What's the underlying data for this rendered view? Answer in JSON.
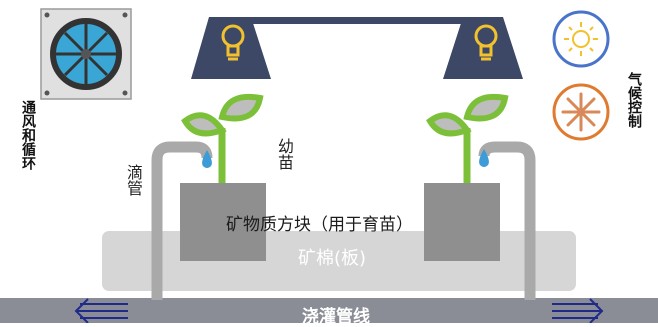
{
  "labels": {
    "ventilation": "通风和循环",
    "climate": "气候控制",
    "drip_tube": "滴管",
    "seedling": "幼苗",
    "mineral_block": "矿物质方块（用于育苗）",
    "rockwool_slab": "矿棉(板)",
    "irrigation_pipe": "浇灌管线"
  },
  "colors": {
    "lamp_housing": "#3d4866",
    "bulb": "#f2c12e",
    "plant_green": "#7cc03a",
    "leaf_fill": "#bdbdbd",
    "sun_ring": "#4a74c9",
    "snow_ring": "#e07a2f",
    "snowflake": "#d98858",
    "fan_blade": "#3aa6d6",
    "slab": "#d6d6d6",
    "block": "#8f8f8f",
    "pipe": "#8a8d95",
    "water_drop": "#3d9bd8",
    "arrow": "#1f2a8a"
  },
  "icons": [
    "fan-icon",
    "grow-light-icon",
    "sun-icon",
    "snowflake-icon",
    "seedling-icon",
    "water-drop-icon",
    "flow-arrow-icon"
  ]
}
